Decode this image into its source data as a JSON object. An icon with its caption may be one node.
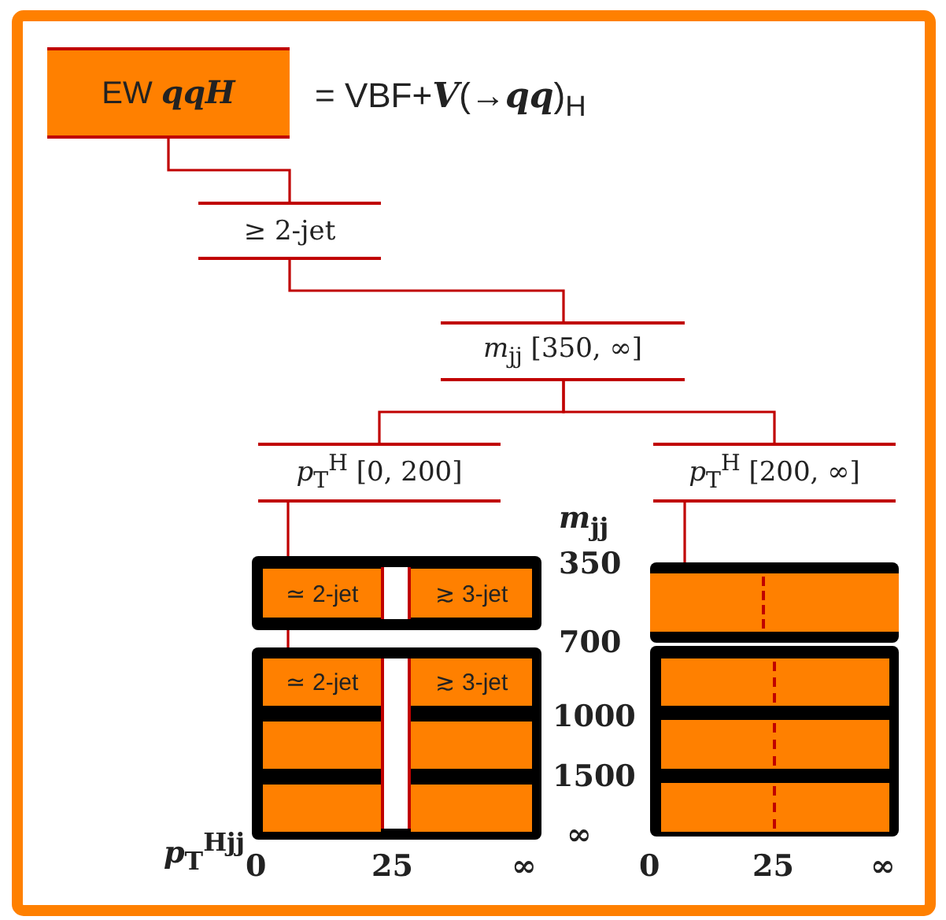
{
  "diagram": {
    "nodes": [
      {
        "text": [
          "EW **qqH**"
        ]
      },
      {
        "text": [
          "≥ 2-jet"
        ]
      },
      {
        "text": [
          "*m*$_{jj}$ [350, ∞]"
        ]
      },
      {
        "text": [
          "*p*$_{T}$$^{H}$ [0, 200]"
        ]
      },
      {
        "text": [
          "*p*$_{T}$$^{H}$ [200, ∞]"
        ]
      },
      {
        "text": [],
        "shape": "box"
      },
      {
        "text": [
          "≃ 2-jet"
        ],
        "in": 5
      },
      {
        "text": [
          "≳ 3-jet"
        ],
        "in": 5
      },
      {
        "text": [],
        "shape": "box"
      },
      {
        "text": [
          "≃ 2-jet"
        ],
        "in": 8
      },
      {
        "text": [
          "≳ 3-jet"
        ],
        "in": 8
      },
      {
        "text": [],
        "shape": "box",
        "in": 8
      },
      {
        "text": [],
        "shape": "box",
        "in": 8
      },
      {
        "text": [],
        "shape": "box",
        "in": 8
      },
      {
        "text": [],
        "shape": "box",
        "in": 8
      },
      {
        "text": [],
        "shape": "box"
      },
      {
        "text": [],
        "shape": "box"
      },
      {
        "text": [],
        "shape": "box",
        "in": 16
      },
      {
        "text": [],
        "shape": "box",
        "in": 16
      },
      {
        "text": [],
        "shape": "box",
        "in": 16
      },
      {
        "text": [],
        "shape": "bar",
        "in": 5
      },
      {
        "text": [],
        "shape": "bar",
        "in": 8
      }
    ],
    "edges": [
      {
        "from": 0,
        "to": 1,
        "arrow": "none"
      },
      {
        "from": 1,
        "to": 2,
        "arrow": "none"
      },
      {
        "from": 2,
        "to": 3,
        "arrow": "none"
      },
      {
        "from": 2,
        "to": 4,
        "arrow": "none"
      },
      {
        "from": 3,
        "to": 5,
        "arrow": "none"
      },
      {
        "from": 5,
        "to": 8,
        "arrow": "none"
      },
      {
        "from": 4,
        "to": 15,
        "arrow": "none"
      }
    ],
    "labels": [
      "= VBF+**V**(→**qq**)$_{H}$",
      "*m*$_{jj}$",
      "350",
      "700",
      "1000",
      "1500",
      "∞",
      "*p*$_{T}$$^{Hjj}$",
      "0",
      "25",
      "∞",
      "0",
      "25",
      "∞"
    ]
  }
}
